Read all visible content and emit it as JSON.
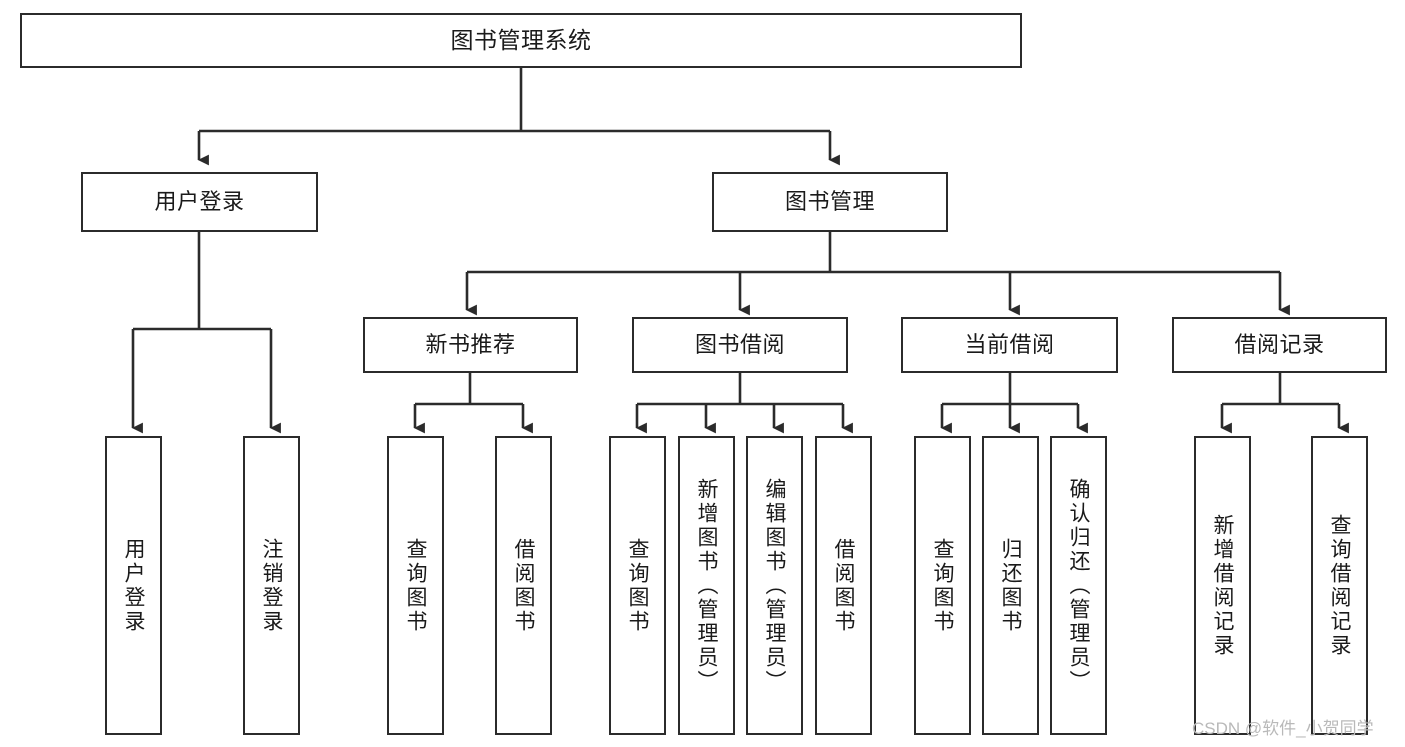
{
  "diagram": {
    "type": "tree",
    "title": "图书管理系统",
    "orientation": "top-down",
    "colors": {
      "background": "#ffffff",
      "box_border": "#2b2b2b",
      "box_fill": "#ffffff",
      "connector": "#2b2b2b",
      "text": "#1a1a1a",
      "watermark": "#b9b9b9"
    }
  },
  "nodes": {
    "root": {
      "label": "图书管理系统"
    },
    "level2": [
      {
        "label": "用户登录"
      },
      {
        "label": "图书管理"
      }
    ],
    "level3": [
      {
        "label": "新书推荐"
      },
      {
        "label": "图书借阅"
      },
      {
        "label": "当前借阅"
      },
      {
        "label": "借阅记录"
      }
    ],
    "leaves": {
      "user_login": [
        {
          "label": "用户登录"
        },
        {
          "label": "注销登录"
        }
      ],
      "new_book_recommend": [
        {
          "label": "查询图书"
        },
        {
          "label": "借阅图书"
        }
      ],
      "book_borrow": [
        {
          "label": "查询图书"
        },
        {
          "label": "新增图书（管理员）"
        },
        {
          "label": "编辑图书（管理员）"
        },
        {
          "label": "借阅图书"
        }
      ],
      "current_borrow": [
        {
          "label": "查询图书"
        },
        {
          "label": "归还图书"
        },
        {
          "label": "确认归还（管理员）"
        }
      ],
      "borrow_record": [
        {
          "label": "新增借阅记录"
        },
        {
          "label": "查询借阅记录"
        }
      ]
    }
  },
  "watermark": {
    "text": "CSDN @软件_小贺同学"
  }
}
